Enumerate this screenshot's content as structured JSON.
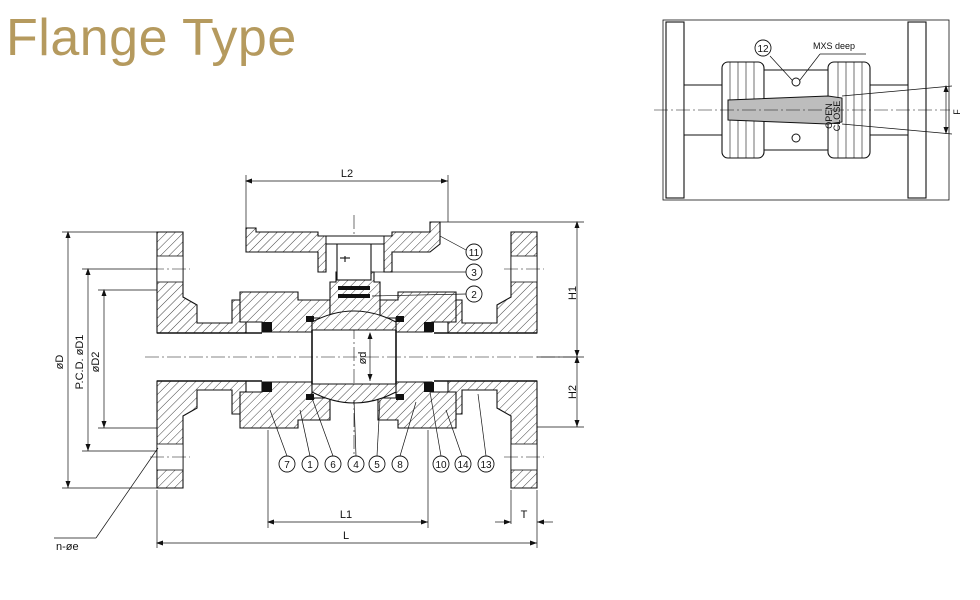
{
  "title": "Flange Type",
  "dimensions": {
    "L2": "L2",
    "L1": "L1",
    "L": "L",
    "T": "T",
    "H1": "H1",
    "H2": "H2",
    "D": "øD",
    "D1": "P.C.D.  øD1",
    "D2": "øD2",
    "d": "ød",
    "n": "n-øe",
    "mxs": "MXS deep",
    "F": "F"
  },
  "callouts": {
    "c11": "11",
    "c3": "3",
    "c2": "2",
    "c7": "7",
    "c1": "1",
    "c6": "6",
    "c4": "4",
    "c5": "5",
    "c8": "8",
    "c10": "10",
    "c14": "14",
    "c13": "13",
    "c12": "12"
  },
  "handle_text": {
    "open": "OPEN",
    "close": "CLOSE"
  }
}
